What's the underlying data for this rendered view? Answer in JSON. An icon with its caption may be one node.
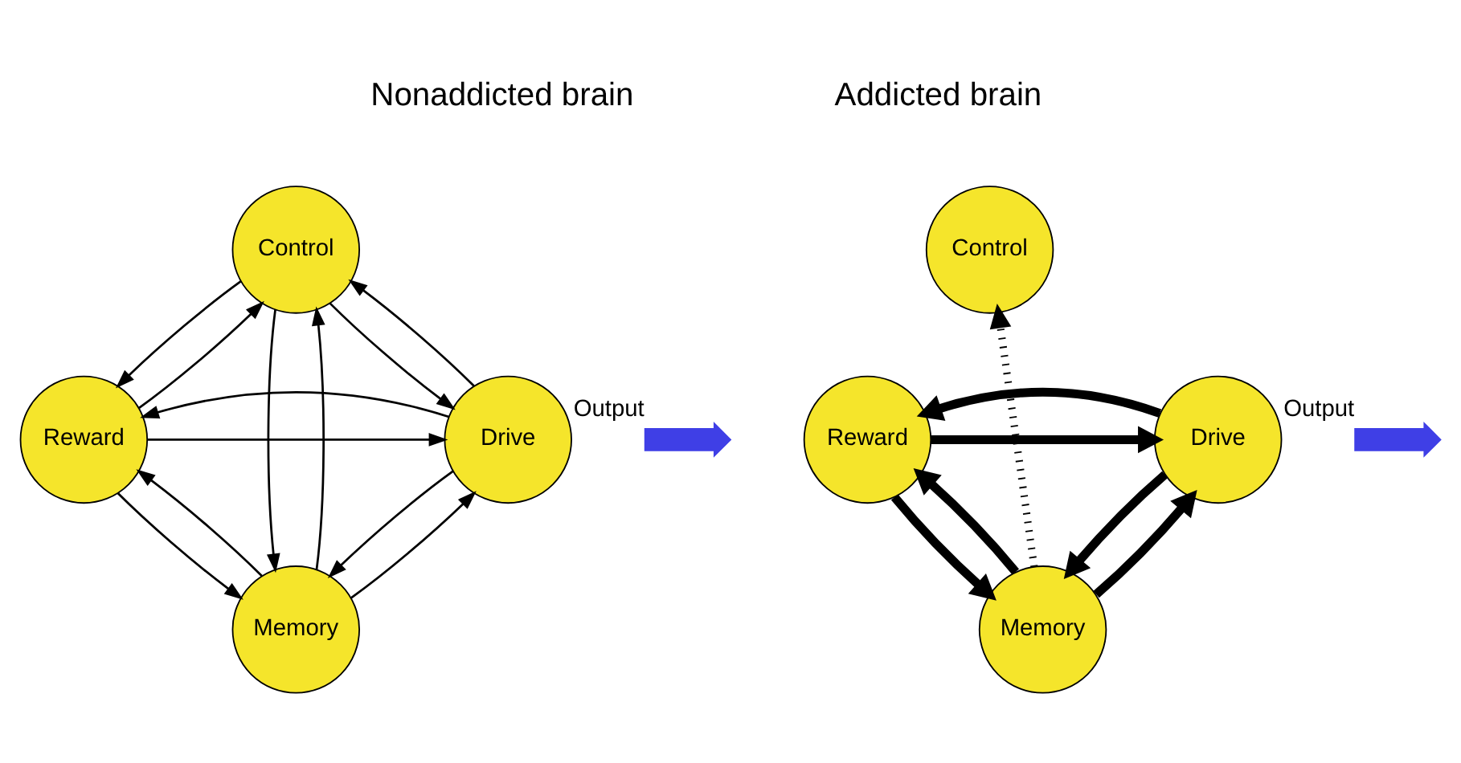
{
  "diagram": {
    "nodes": [
      {
        "text": [
          "Control"
        ]
      },
      {
        "text": [
          "Reward"
        ]
      },
      {
        "text": [
          "Drive"
        ]
      },
      {
        "text": [
          "Memory"
        ]
      },
      {
        "text": [],
        "shape": "arrow",
        "beside": [
          "Output"
        ]
      },
      {
        "text": [
          "Control"
        ]
      },
      {
        "text": [
          "Reward"
        ]
      },
      {
        "text": [
          "Drive"
        ]
      },
      {
        "text": [
          "Memory"
        ]
      },
      {
        "text": [],
        "shape": "arrow",
        "beside": [
          "Output"
        ]
      }
    ],
    "edges": [
      {
        "from": 0,
        "to": 1,
        "arrow": "to"
      },
      {
        "from": 1,
        "to": 0,
        "arrow": "to"
      },
      {
        "from": 1,
        "to": 2,
        "arrow": "to"
      },
      {
        "from": 2,
        "to": 1,
        "arrow": "to"
      },
      {
        "from": 0,
        "to": 2,
        "arrow": "to"
      },
      {
        "from": 2,
        "to": 0,
        "arrow": "to"
      },
      {
        "from": 1,
        "to": 3,
        "arrow": "to"
      },
      {
        "from": 3,
        "to": 1,
        "arrow": "to"
      },
      {
        "from": 2,
        "to": 3,
        "arrow": "to"
      },
      {
        "from": 3,
        "to": 2,
        "arrow": "to"
      },
      {
        "from": 3,
        "to": 0,
        "arrow": "to"
      },
      {
        "from": 0,
        "to": 3,
        "arrow": "to"
      },
      {
        "from": 6,
        "to": 7,
        "arrow": "to",
        "style": "thick"
      },
      {
        "from": 7,
        "to": 6,
        "arrow": "to",
        "style": "thick"
      },
      {
        "from": 6,
        "to": 8,
        "arrow": "to",
        "style": "thick"
      },
      {
        "from": 8,
        "to": 6,
        "arrow": "to",
        "style": "thick"
      },
      {
        "from": 7,
        "to": 8,
        "arrow": "to",
        "style": "thick"
      },
      {
        "from": 8,
        "to": 7,
        "arrow": "to",
        "style": "thick"
      },
      {
        "from": 8,
        "to": 5,
        "arrow": "to",
        "style": "dashed"
      }
    ],
    "labels": [
      "Nonaddicted brain",
      "Addicted brain"
    ]
  }
}
